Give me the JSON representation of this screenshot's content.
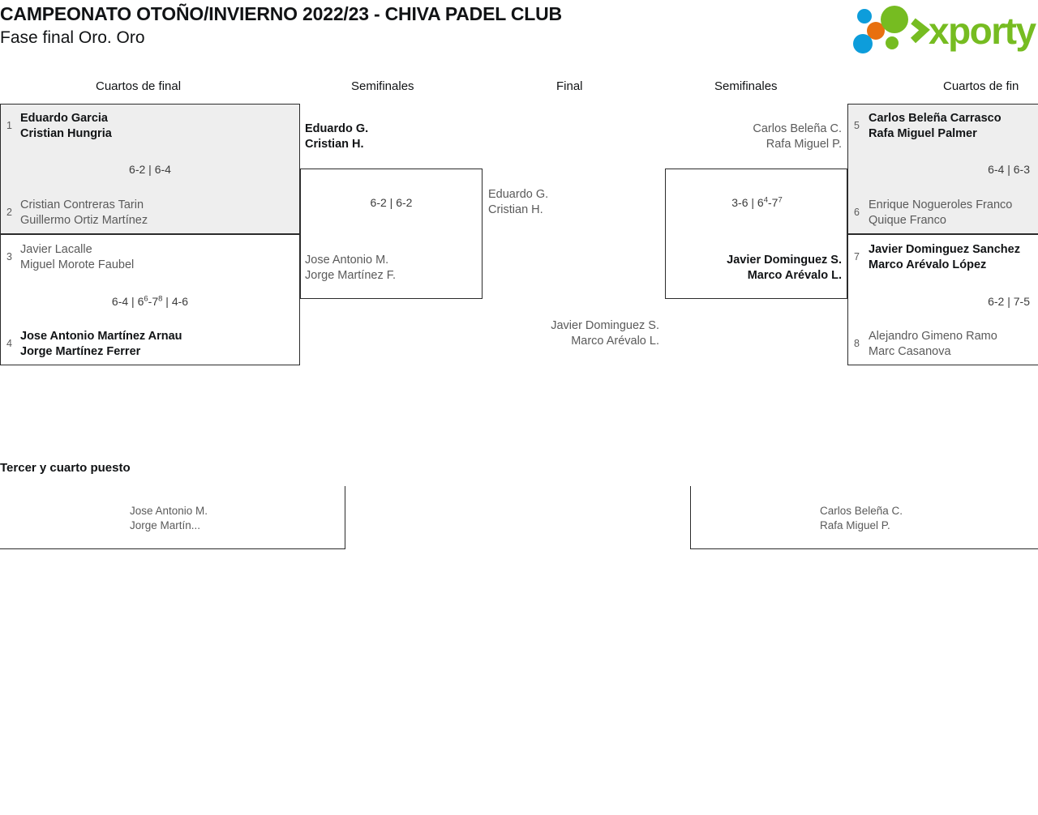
{
  "header": {
    "tournament_title": "CAMPEONATO OTOÑO/INVIERNO 2022/23 - CHIVA PADEL CLUB",
    "phase_title": "Fase final Oro. Oro",
    "logo_text": "xporty",
    "logo_colors": {
      "green": "#76bc21",
      "blue": "#0d9ddb",
      "orange": "#e8700f"
    }
  },
  "rounds": {
    "quarterfinals_left": "Cuartos de final",
    "semifinals_left": "Semifinales",
    "final": "Final",
    "semifinals_right": "Semifinales",
    "quarterfinals_right": "Cuartos de fin"
  },
  "matches": {
    "qf1": {
      "seed_top": "1",
      "top": {
        "p1": "Eduardo Garcia",
        "p2": "Cristian Hungria",
        "result": "win"
      },
      "seed_bottom": "2",
      "bottom": {
        "p1": "Cristian Contreras Tarin",
        "p2": "Guillermo Ortiz Martínez",
        "result": "lose"
      },
      "score": "6-2 | 6-4"
    },
    "qf2": {
      "seed_top": "3",
      "top": {
        "p1": "Javier Lacalle",
        "p2": "Miguel Morote Faubel",
        "result": "lose"
      },
      "seed_bottom": "4",
      "bottom": {
        "p1": "Jose Antonio Martínez Arnau",
        "p2": "Jorge Martínez Ferrer",
        "result": "win"
      },
      "score_parts": [
        "6-4 | 6",
        "6",
        "-7",
        "8",
        " | 4-6"
      ]
    },
    "qf3": {
      "seed_top": "5",
      "top": {
        "p1": "Carlos Beleña Carrasco",
        "p2": "Rafa Miguel Palmer",
        "result": "win"
      },
      "seed_bottom": "6",
      "bottom": {
        "p1": "Enrique Nogueroles Franco",
        "p2": "Quique Franco",
        "result": "lose"
      },
      "score": "6-4 | 6-3"
    },
    "qf4": {
      "seed_top": "7",
      "top": {
        "p1": "Javier Dominguez Sanchez",
        "p2": "Marco Arévalo López",
        "result": "win"
      },
      "seed_bottom": "8",
      "bottom": {
        "p1": "Alejandro Gimeno Ramo",
        "p2": "Marc Casanova",
        "result": "lose"
      },
      "score": "6-2 | 7-5"
    },
    "sf1": {
      "top": {
        "p1": "Eduardo G.",
        "p2": "Cristian H.",
        "result": "win"
      },
      "bottom": {
        "p1": "Jose Antonio M.",
        "p2": "Jorge Martínez F.",
        "result": "lose"
      },
      "score": "6-2 | 6-2"
    },
    "sf2": {
      "top": {
        "p1": "Carlos Beleña C.",
        "p2": "Rafa Miguel P.",
        "result": "lose"
      },
      "bottom": {
        "p1": "Javier Dominguez S.",
        "p2": "Marco Arévalo L.",
        "result": "win"
      },
      "score_parts": [
        "3-6 | 6",
        "4",
        "-7",
        "7",
        ""
      ]
    },
    "final": {
      "top": {
        "p1": "Eduardo G.",
        "p2": "Cristian H.",
        "result": "lose"
      },
      "bottom": {
        "p1": "Javier Dominguez S.",
        "p2": "Marco Arévalo L.",
        "result": "lose"
      },
      "score": ""
    }
  },
  "third_place": {
    "label": "Tercer y cuarto puesto",
    "left": {
      "p1": "Jose Antonio M.",
      "p2": "Jorge Martín..."
    },
    "right": {
      "p1": "Carlos Beleña C.",
      "p2": "Rafa Miguel P."
    }
  }
}
